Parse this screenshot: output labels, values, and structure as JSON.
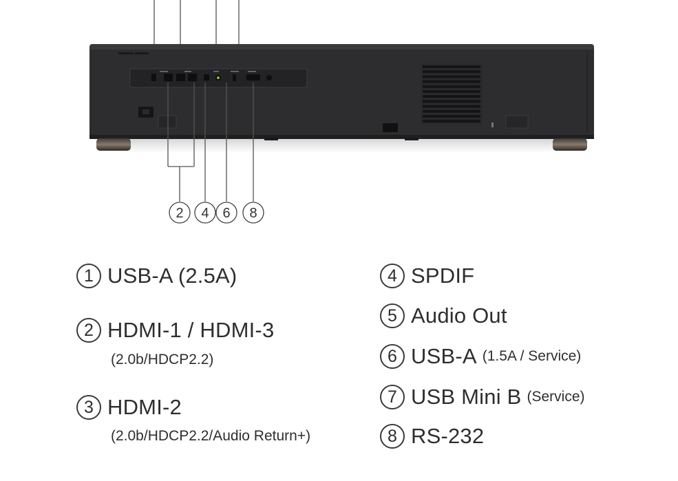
{
  "callouts": [
    "2",
    "4",
    "6",
    "8"
  ],
  "legend": [
    {
      "num": "1",
      "label": "USB-A (2.5A)",
      "suffix": "",
      "note": ""
    },
    {
      "num": "2",
      "label": "HDMI-1 / HDMI-3",
      "suffix": "",
      "note": "(2.0b/HDCP2.2)"
    },
    {
      "num": "3",
      "label": "HDMI-2",
      "suffix": "",
      "note": "(2.0b/HDCP2.2/Audio Return+)"
    },
    {
      "num": "4",
      "label": "SPDIF",
      "suffix": "",
      "note": ""
    },
    {
      "num": "5",
      "label": "Audio Out",
      "suffix": "",
      "note": ""
    },
    {
      "num": "6",
      "label": "USB-A",
      "suffix": "(1.5A / Service)",
      "note": ""
    },
    {
      "num": "7",
      "label": "USB Mini B",
      "suffix": "(Service)",
      "note": ""
    },
    {
      "num": "8",
      "label": "RS-232",
      "suffix": "",
      "note": ""
    }
  ],
  "colors": {
    "body": "#2d2d2f",
    "panel": "#232325",
    "line": "#555555",
    "text": "#2e2e2e"
  }
}
